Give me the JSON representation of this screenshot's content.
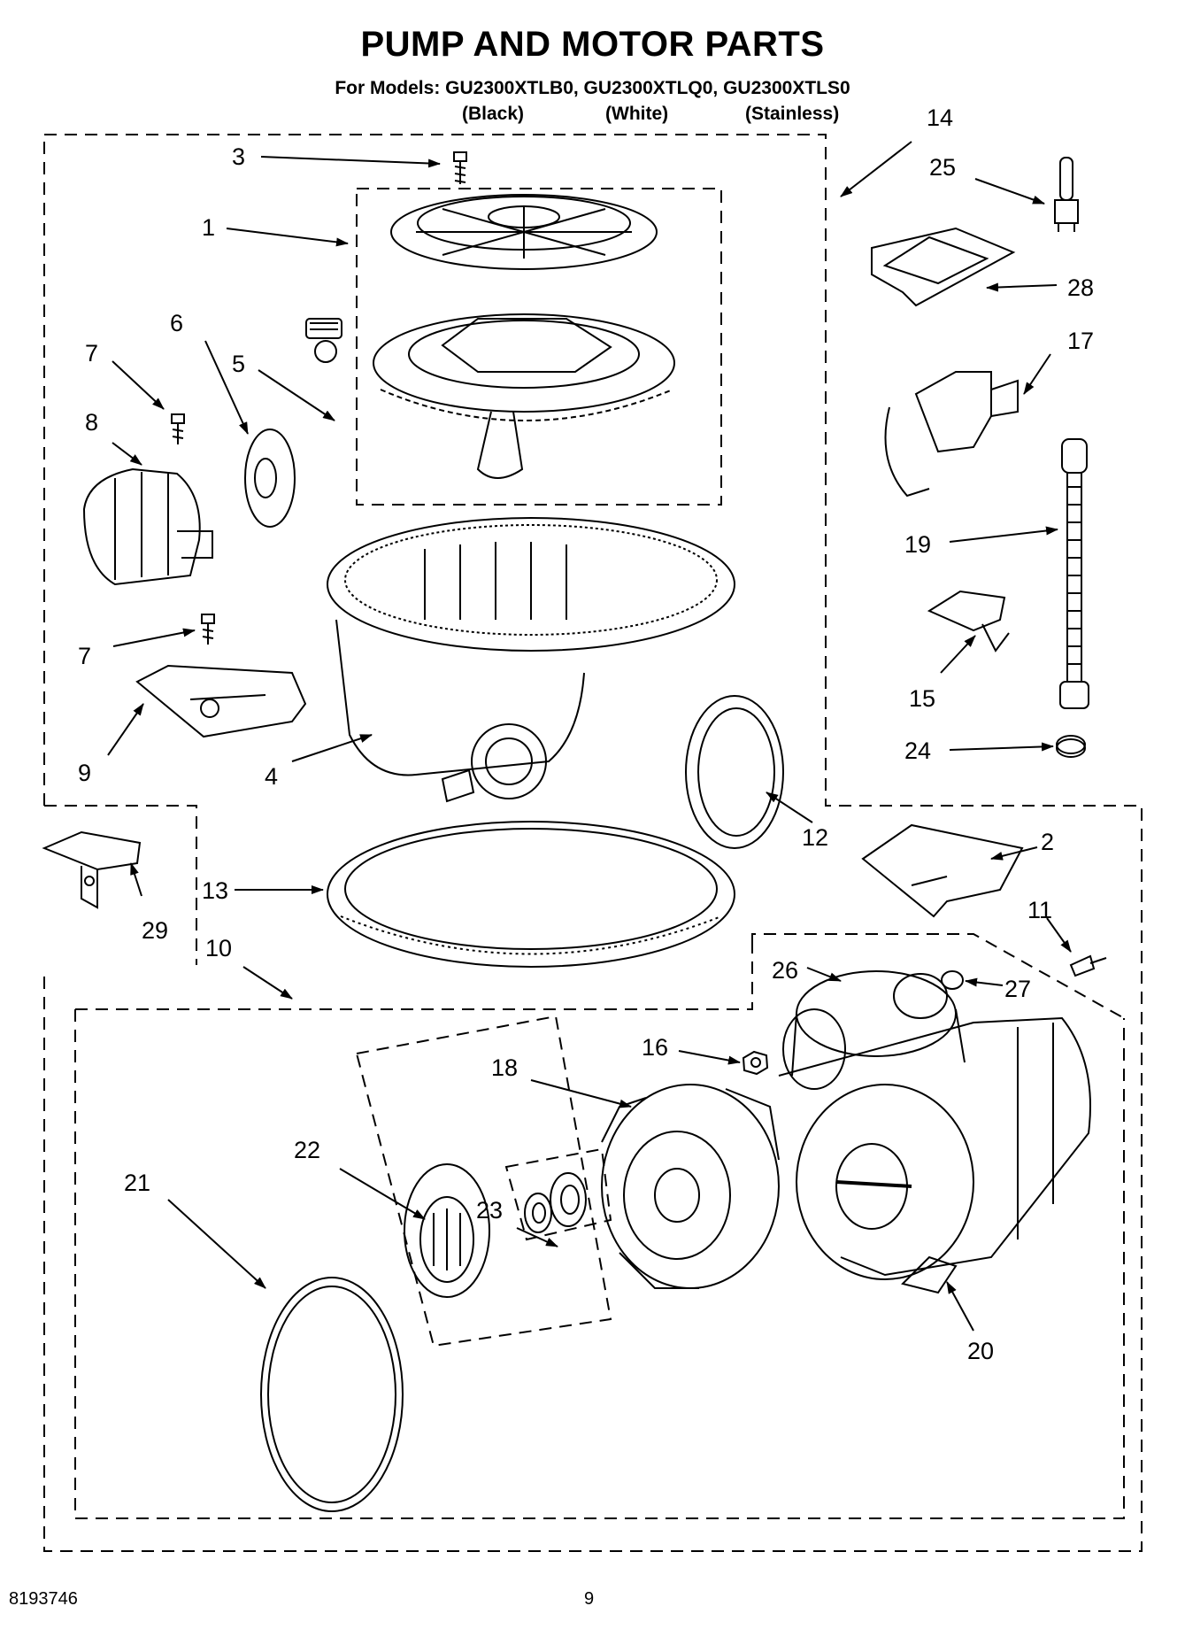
{
  "title": "PUMP AND MOTOR PARTS",
  "models_line": "For Models: GU2300XTLB0, GU2300XTLQ0, GU2300XTLS0",
  "variants": [
    "(Black)",
    "(White)",
    "(Stainless)"
  ],
  "callouts": {
    "c1": "1",
    "c2": "2",
    "c3": "3",
    "c4": "4",
    "c5": "5",
    "c6": "6",
    "c7a": "7",
    "c7b": "7",
    "c8": "8",
    "c9": "9",
    "c10": "10",
    "c11": "11",
    "c12": "12",
    "c13": "13",
    "c14": "14",
    "c15": "15",
    "c16": "16",
    "c17": "17",
    "c18": "18",
    "c19": "19",
    "c20": "20",
    "c21": "21",
    "c22": "22",
    "c23": "23",
    "c24": "24",
    "c25": "25",
    "c26": "26",
    "c27": "27",
    "c28": "28",
    "c29": "29"
  },
  "footer": {
    "doc_number": "8193746",
    "page_number": "9"
  },
  "colors": {
    "line": "#000000",
    "background": "#ffffff"
  }
}
